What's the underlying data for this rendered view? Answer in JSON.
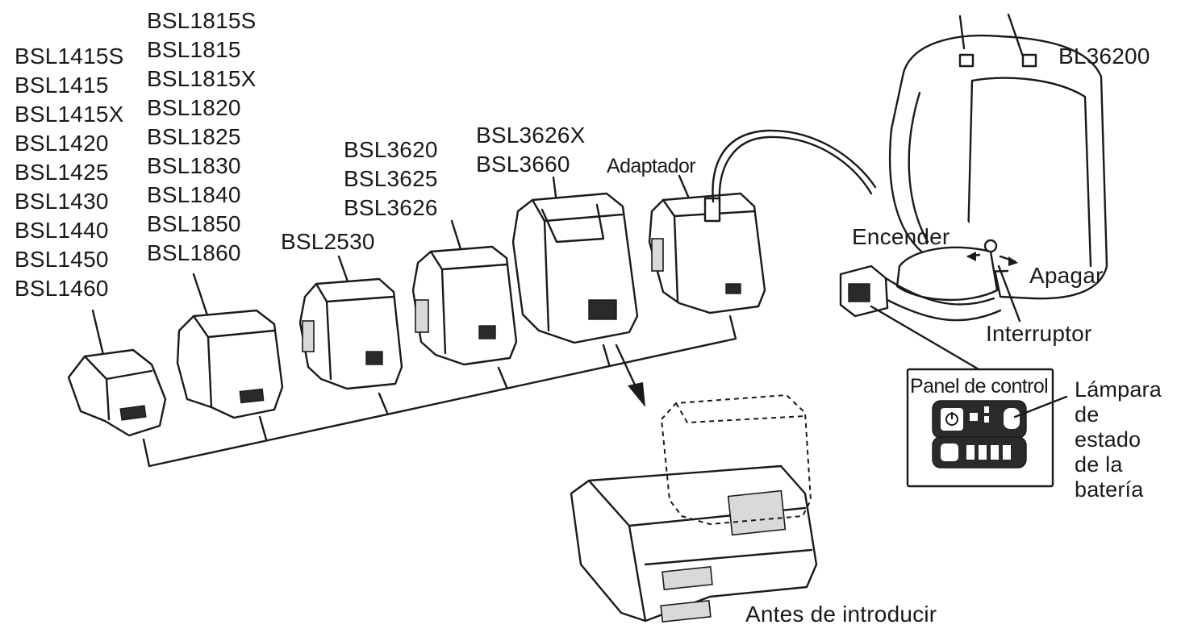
{
  "groups": {
    "bsl14": [
      "BSL1415S",
      "BSL1415",
      "BSL1415X",
      "BSL1420",
      "BSL1425",
      "BSL1430",
      "BSL1440",
      "BSL1450",
      "BSL1460"
    ],
    "bsl18": [
      "BSL1815S",
      "BSL1815",
      "BSL1815X",
      "BSL1820",
      "BSL1825",
      "BSL1830",
      "BSL1840",
      "BSL1850",
      "BSL1860"
    ],
    "bsl25": [
      "BSL2530"
    ],
    "bsl36": [
      "BSL3620",
      "BSL3625",
      "BSL3626"
    ],
    "bsl36x": [
      "BSL3626X",
      "BSL3660"
    ]
  },
  "labels": {
    "adapter": "Adaptador",
    "backpack": "BL36200",
    "on": "Encender",
    "off": "Apagar",
    "switch": "Interruptor",
    "control_panel": "Panel de control",
    "status_lamp": [
      "Lámpara",
      "de",
      "estado",
      "de la",
      "batería"
    ],
    "before_insert": "Antes de introducir"
  },
  "colors": {
    "ink": "#1a1a1a",
    "paper": "#ffffff",
    "shade": "#d9d9d9"
  }
}
